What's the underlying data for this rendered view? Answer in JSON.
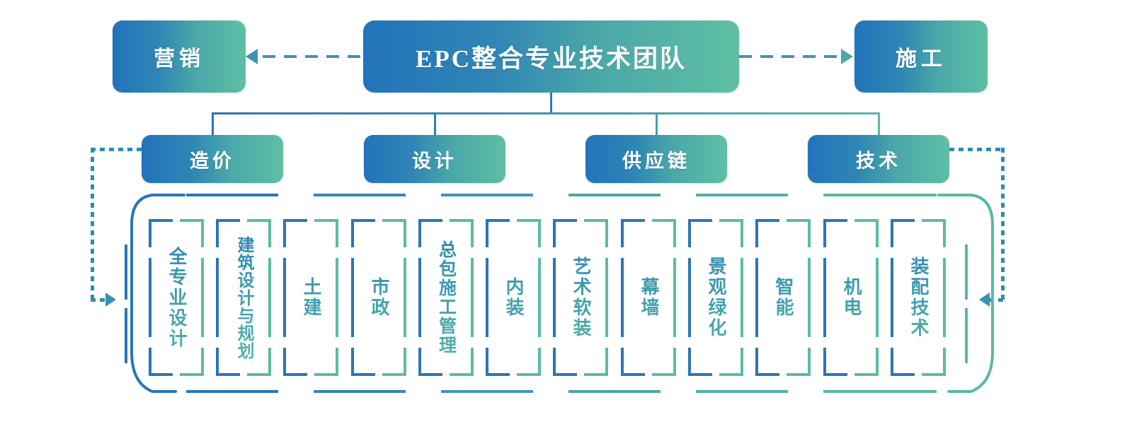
{
  "diagram": {
    "title": "EPC整合专业技术团队",
    "type": "org-chart",
    "colors": {
      "gradient_start": "#2273bb",
      "gradient_end": "#5fbfa4",
      "line_blue": "#2a76b8",
      "line_green": "#5bbba5",
      "dotted_loop": "#2e8bb4",
      "box_text": "#ffffff"
    },
    "root": {
      "label": "EPC整合专业技术团队"
    },
    "side_nodes": [
      {
        "label": "营销",
        "side": "left",
        "connector": "dashed-arrow-left"
      },
      {
        "label": "施工",
        "side": "right",
        "connector": "dashed-arrow-right"
      }
    ],
    "level2": [
      {
        "label": "造价"
      },
      {
        "label": "设计"
      },
      {
        "label": "供应链"
      },
      {
        "label": "技术"
      }
    ],
    "items": [
      {
        "label": "全专业设计"
      },
      {
        "label": "建筑设计与规划"
      },
      {
        "label": "土建"
      },
      {
        "label": "市政"
      },
      {
        "label": "总包施工管理"
      },
      {
        "label": "内装"
      },
      {
        "label": "艺术软装"
      },
      {
        "label": "幕墙"
      },
      {
        "label": "景观绿化"
      },
      {
        "label": "智能"
      },
      {
        "label": "机电"
      },
      {
        "label": "装配技术"
      }
    ]
  }
}
